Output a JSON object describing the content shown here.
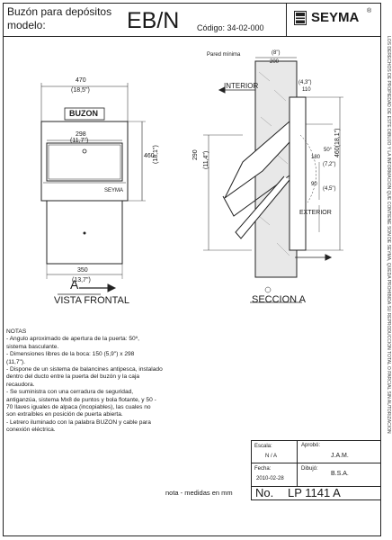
{
  "header": {
    "title_line1": "Buzón para depósitos",
    "title_line2": "modelo:",
    "model": "EB/N",
    "code_label": "Código: 34-02-000",
    "brand": "SEYMA",
    "brand_mark": "®"
  },
  "front_view": {
    "title": "VISTA FRONTAL",
    "section_marker": "A",
    "width_mm": "470",
    "width_in": "(18,5\")",
    "height_mm": "460",
    "height_in": "(18,1\")",
    "slot_label": "BUZON",
    "mouth_mm": "298",
    "mouth_in": "(11,7\")",
    "brand_small": "SEYMA",
    "base_mm": "350",
    "base_in": "(13,7\")"
  },
  "section_view": {
    "title": "SECCION A",
    "wall_label": "Pared mínima",
    "wall_in": "(8\")",
    "wall_mm": "200",
    "interior_label": "INTERIOR",
    "exterior_label": "EXTERIOR",
    "dim_43_in": "(4,3\")",
    "dim_110": "110",
    "dim_460": "460(18,1\")",
    "dim_290": "290",
    "dim_114_in": "(11,4\")",
    "dim_180": "180",
    "dim_72_in": "(7,2\")",
    "dim_90": "90",
    "dim_45_in": "(4,5\")",
    "angle": "50°"
  },
  "notes": {
    "heading": "NOTAS",
    "lines": [
      "- Angulo aproximado de apertura de la puerta: 50º,",
      "  sistema basculante.",
      "- Dimensiones libres de la boca: 150 (5,9\") x 298",
      "  (11,7\").",
      "- Dispone de un sistema de balancines antipesca, instalado",
      "  dentro del ducto entre la puerta del buzón y la caja",
      "  recaudora.",
      "- Se suministra con una cerradura de seguridad,",
      "  antiganzúa, sistema Mx8 de puntos y bola flotante, y 50 -",
      "  70 llaves iguales de alpaca (incopiables), las cuales no",
      "  son extraíbles en posición de puerta abierta.",
      "- Letrero iluminado con la palabra BUZON y cable para",
      "  conexión eléctrica."
    ]
  },
  "title_block": {
    "scale_label": "Escala:",
    "scale_value": "N / A",
    "approved_label": "Aprobó:",
    "approved_value": "J.A.M.",
    "date_label": "Fecha:",
    "date_value": "2010-02-28",
    "drawn_label": "Dibujó:",
    "drawn_value": "B.S.A.",
    "units_note": "nota - medidas en mm",
    "no_label": "No.",
    "no_value": "LP 1141 A"
  },
  "side_note": "LOS DERECHOS DE PROPIEDAD DE ESTE DIBUJO Y LA INFORMACION QUE CONTIENE SON DE SEYMA, QUEDA PROHIBIDA SU REPRODUCCION TOTAL O PARCIAL SIN AUTORIZACION"
}
